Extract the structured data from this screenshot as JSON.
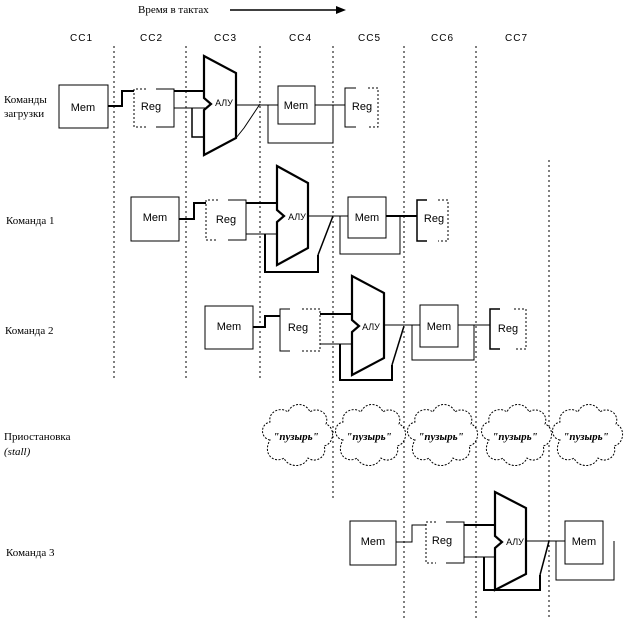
{
  "header": {
    "time_label": "Время в тактах"
  },
  "clock_cycles": [
    "CC1",
    "CC2",
    "CC3",
    "CC4",
    "CC5",
    "CC6",
    "CC7"
  ],
  "rows": [
    {
      "label_lines": [
        "Команды",
        "загрузки"
      ],
      "italic_line": ""
    },
    {
      "label_lines": [
        "Команда 1"
      ],
      "italic_line": ""
    },
    {
      "label_lines": [
        "Команда 2"
      ],
      "italic_line": ""
    },
    {
      "label_lines": [
        "Приостановка"
      ],
      "italic_line": "(stall)"
    },
    {
      "label_lines": [
        "Команда 3"
      ],
      "italic_line": ""
    }
  ],
  "stage_labels": {
    "mem": "Mem",
    "reg": "Reg",
    "alu": "АЛУ"
  },
  "bubble_label": "\"пузырь\""
}
